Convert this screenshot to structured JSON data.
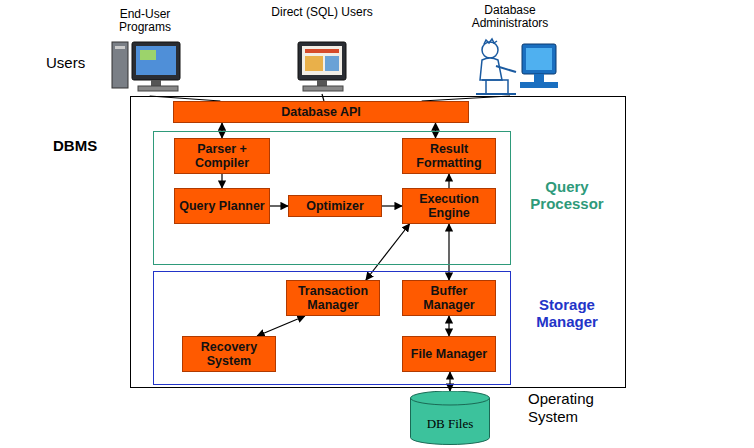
{
  "diagram": {
    "nodes": [
      {
        "text": [
          "End-User Programs"
        ]
      },
      {
        "text": [
          "Direct (SQL) Users"
        ]
      },
      {
        "text": [
          "Database Administrators"
        ]
      },
      {
        "text": [
          "DBMS"
        ]
      },
      {
        "text": [
          "Query Processor"
        ],
        "in": 3
      },
      {
        "text": [
          "Storage Manager"
        ],
        "in": 3
      },
      {
        "text": [
          "Database API"
        ],
        "in": 3
      },
      {
        "text": [
          "Parser + Compiler"
        ],
        "in": 4
      },
      {
        "text": [
          "Result Formatting"
        ],
        "in": 4
      },
      {
        "text": [
          "Query Planner"
        ],
        "in": 4
      },
      {
        "text": [
          "Optimizer"
        ],
        "in": 4
      },
      {
        "text": [
          "Execution Engine"
        ],
        "in": 4
      },
      {
        "text": [
          "Transaction Manager"
        ],
        "in": 5
      },
      {
        "text": [
          "Buffer Manager"
        ],
        "in": 5
      },
      {
        "text": [
          "Recovery System"
        ],
        "in": 5
      },
      {
        "text": [
          "File Manager"
        ],
        "in": 5
      },
      {
        "text": [
          "DB Files"
        ]
      }
    ],
    "edges": [
      {
        "from": 0,
        "to": 6,
        "arrow": "none"
      },
      {
        "from": 1,
        "to": 6,
        "arrow": "none"
      },
      {
        "from": 2,
        "to": 6,
        "arrow": "none"
      },
      {
        "from": 6,
        "to": 7,
        "arrow": "both"
      },
      {
        "from": 6,
        "to": 8,
        "arrow": "both"
      },
      {
        "from": 7,
        "to": 9,
        "arrow": "to"
      },
      {
        "from": 9,
        "to": 10,
        "arrow": "to"
      },
      {
        "from": 10,
        "to": 11,
        "arrow": "to"
      },
      {
        "from": 11,
        "to": 8,
        "arrow": "to"
      },
      {
        "from": 11,
        "to": 12,
        "arrow": "both"
      },
      {
        "from": 11,
        "to": 13,
        "arrow": "both"
      },
      {
        "from": 12,
        "to": 14,
        "arrow": "both"
      },
      {
        "from": 13,
        "to": 15,
        "arrow": "both"
      },
      {
        "from": 15,
        "to": 16,
        "arrow": "both"
      }
    ],
    "labels": [
      "Users",
      "Operating System"
    ]
  }
}
